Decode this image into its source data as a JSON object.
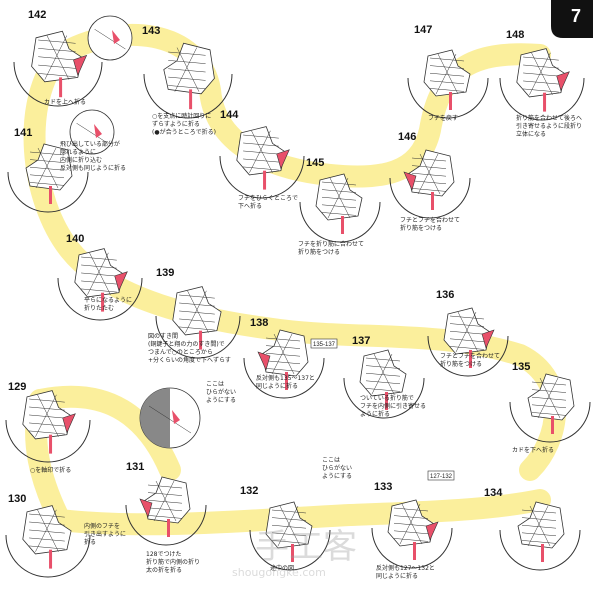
{
  "page_number": "7",
  "colors": {
    "path": "#fbef9c",
    "accent": "#e8506a",
    "ink": "#333333",
    "shade": "#888888"
  },
  "steps": [
    {
      "n": "142",
      "caption": [
        "カドを上へ折る"
      ]
    },
    {
      "n": "143",
      "caption": [
        "○を支点に時計回りに",
        "ずらすように折る",
        "(●が合うところで折る)"
      ]
    },
    {
      "n": "144",
      "caption": [
        "フチをひらくところで",
        "下へ折る"
      ]
    },
    {
      "n": "145",
      "caption": [
        "フチを折り筋に合わせて",
        "折り筋をつける"
      ]
    },
    {
      "n": "146",
      "caption": [
        "フチとフチを合わせて",
        "折り筋をつける"
      ]
    },
    {
      "n": "147",
      "caption": [
        "フチを戻す"
      ]
    },
    {
      "n": "148",
      "caption": [
        "折り筋を合わせて後ろへ",
        "引き寄せるように段折り",
        "立体になる"
      ]
    },
    {
      "n": "141",
      "caption": [
        "飛び出している部分が",
        "隠れるように",
        "内側に折り込む",
        "反対側も同じように折る"
      ]
    },
    {
      "n": "140",
      "caption": [
        "平らになるように",
        "折りたたむ"
      ]
    },
    {
      "n": "139",
      "caption": [
        "図のすき間",
        "(銅鍵子と翔の力のすき間)で",
        "つまんで○のところから",
        "+分くらいの角度で下へずらす"
      ]
    },
    {
      "n": "138",
      "caption": [
        "反対側も135〜137と",
        "同じように折る"
      ],
      "ref": "135-137"
    },
    {
      "n": "137",
      "caption": [
        "ついている折り筋で",
        "フチを内側に引き寄せる",
        "ように折る"
      ]
    },
    {
      "n": "136",
      "caption": [
        "フチとフチを合わせて",
        "折り筋をつける"
      ]
    },
    {
      "n": "135",
      "caption": [
        "カドを下へ折る"
      ]
    },
    {
      "n": "129",
      "caption": [
        "○を軸印で折る"
      ]
    },
    {
      "n": "130",
      "caption": [
        "内側のフチを",
        "引き出すように",
        "折る"
      ]
    },
    {
      "n": "131",
      "caption": [
        "128でつけた",
        "折り筋で内側の折り",
        "太の折を折る"
      ],
      "note": [
        "ここは",
        "ひらがない",
        "ようにする"
      ]
    },
    {
      "n": "132",
      "caption": [
        "途中の図"
      ],
      "note": [
        "ここは",
        "ひらがない",
        "ようにする"
      ]
    },
    {
      "n": "133",
      "caption": [
        "反対側も127〜132と",
        "同じように折る"
      ],
      "ref": "127-132"
    },
    {
      "n": "134",
      "caption": []
    }
  ],
  "watermark": {
    "cn": "手工客",
    "url": "shougongke.com"
  }
}
